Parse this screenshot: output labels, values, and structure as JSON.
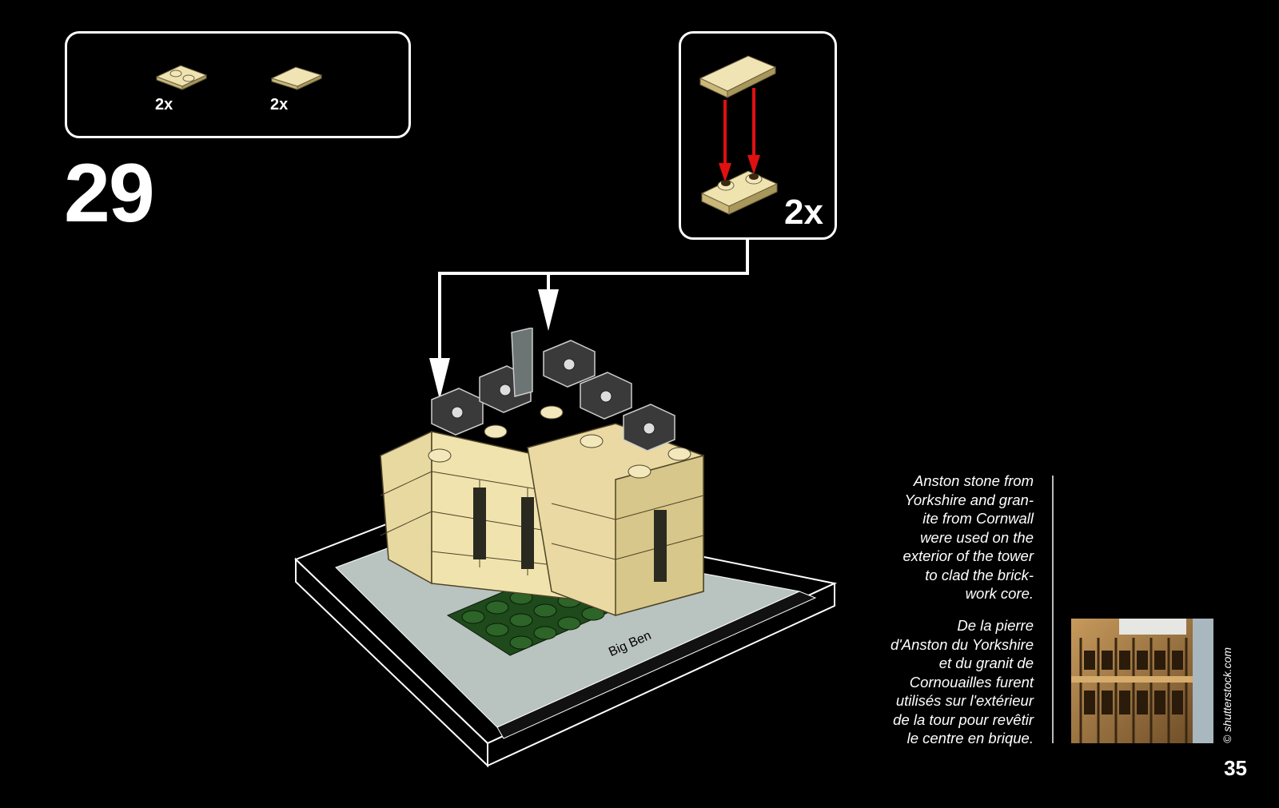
{
  "step": {
    "number": "29"
  },
  "parts_list": [
    {
      "icon": "tan-plate-1x2-icon",
      "qty": "2x"
    },
    {
      "icon": "tan-tile-1x2-icon",
      "qty": "2x"
    }
  ],
  "subassembly": {
    "qty": "2x"
  },
  "model": {
    "base_plaque_text": "Big Ben"
  },
  "fact": {
    "english": "Anston stone from\nYorkshire and gran-\nite from Cornwall\nwere used on the\nexterior of the tower\nto clad the brick-\nwork core.",
    "french": "De la pierre\nd'Anston du Yorkshire\net du granit de\nCornouailles furent\nutilisés sur l'extérieur\nde la tour pour revêtir\nle centre en brique."
  },
  "photo_credit": "© shutterstock.com",
  "page_number": "35",
  "colors": {
    "background": "#000000",
    "tan": "#e8d9a0",
    "dark_gray": "#3a3a3a",
    "green": "#1f4a1c",
    "arrow_red": "#e01010",
    "base_light_gray": "#b9c3bf"
  }
}
